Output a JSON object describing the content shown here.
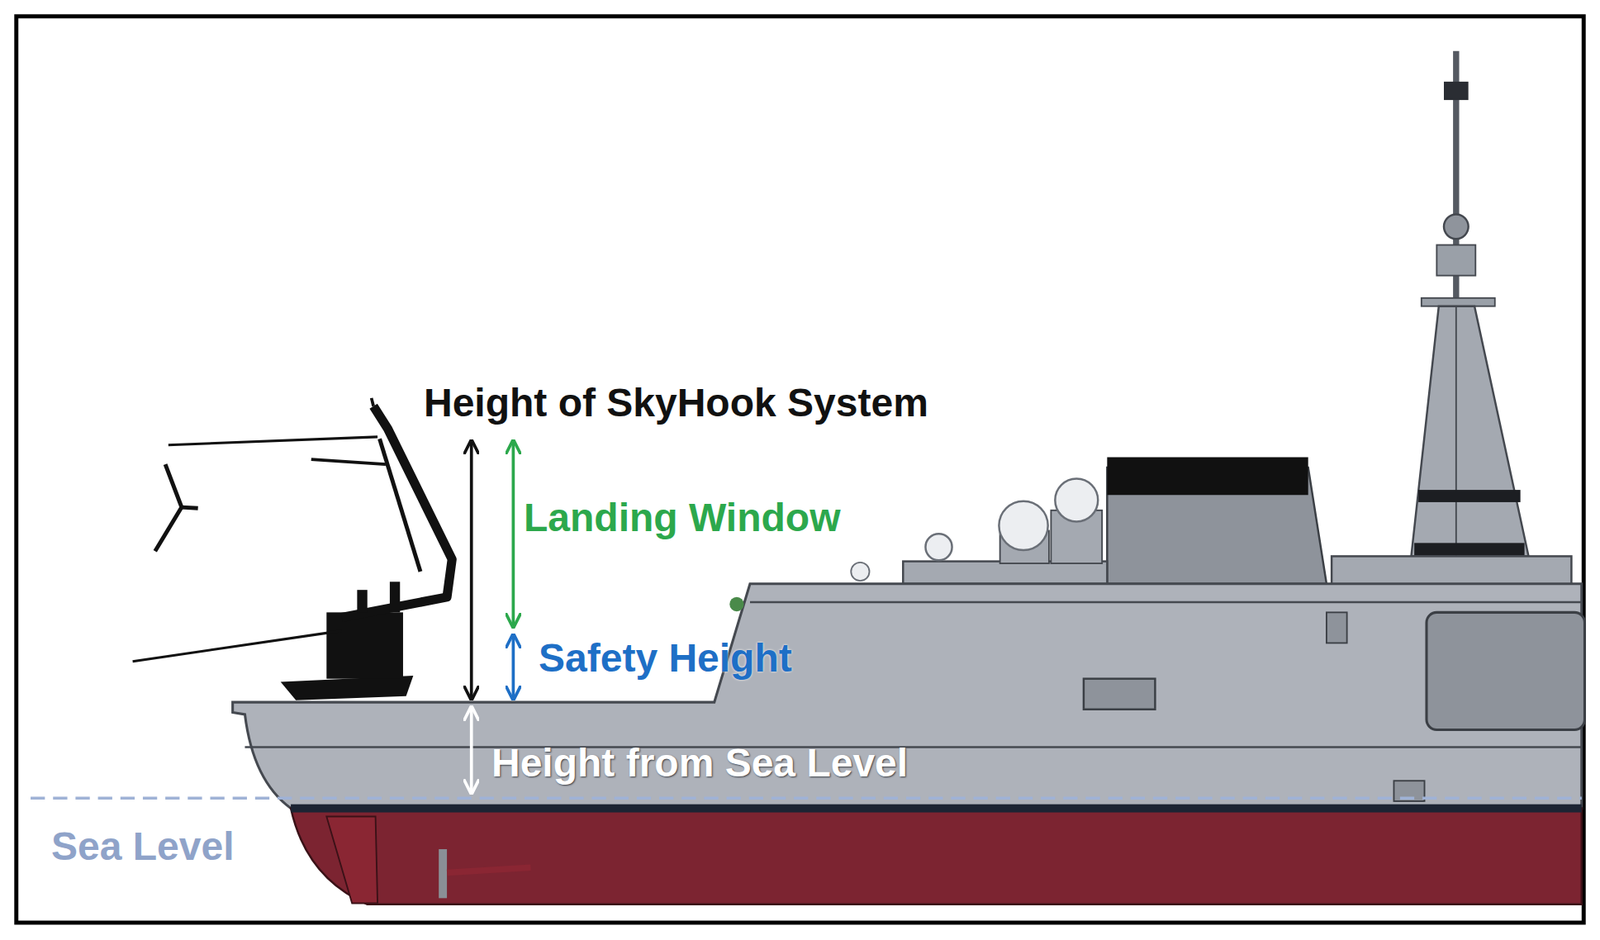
{
  "diagram": {
    "labels": [
      "Height of SkyHook System",
      "Landing Window",
      "Safety Height",
      "Height from Sea Level",
      "Sea Level"
    ]
  }
}
